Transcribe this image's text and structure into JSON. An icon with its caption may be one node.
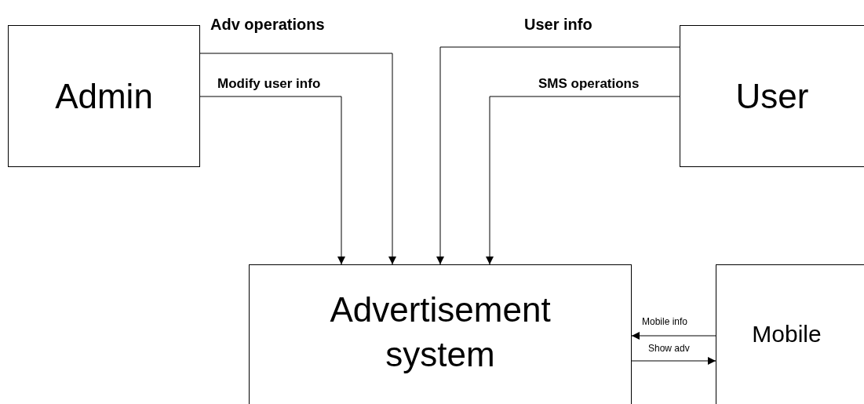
{
  "diagram": {
    "nodes": [
      {
        "text": [
          "Admin"
        ]
      },
      {
        "text": [
          "User"
        ]
      },
      {
        "text": [
          "Advertisement system"
        ]
      },
      {
        "text": [
          "Mobile"
        ]
      }
    ],
    "edges": [
      {
        "from": 0,
        "to": 2,
        "arrow": "to",
        "label": "Adv operations"
      },
      {
        "from": 0,
        "to": 2,
        "arrow": "to",
        "label": "Modify user info"
      },
      {
        "from": 1,
        "to": 2,
        "arrow": "to",
        "label": "User info"
      },
      {
        "from": 1,
        "to": 2,
        "arrow": "to",
        "label": "SMS operations"
      },
      {
        "from": 3,
        "to": 2,
        "arrow": "to",
        "label": "Mobile info"
      },
      {
        "from": 2,
        "to": 3,
        "arrow": "to",
        "label": "Show adv"
      }
    ]
  }
}
